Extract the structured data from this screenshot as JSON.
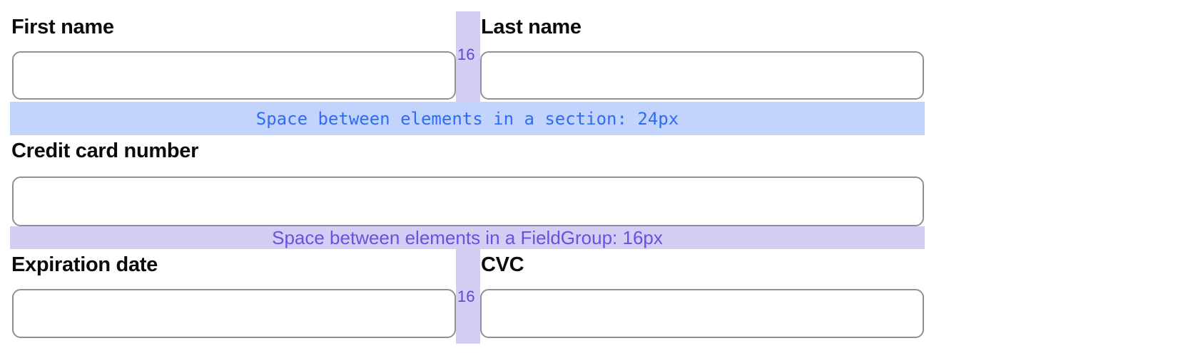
{
  "labels": {
    "first_name": "First name",
    "last_name": "Last name",
    "credit_card": "Credit card number",
    "expiration": "Expiration date",
    "cvc": "CVC"
  },
  "annotations": {
    "section_gap": "Space between elements in a section: 24px",
    "fieldgroup_gap": "Space between elements in a FieldGroup: 16px",
    "column_gap": "16"
  },
  "inputs": {
    "first_name": "",
    "last_name": "",
    "credit_card": "",
    "expiration": "",
    "cvc": ""
  },
  "colors": {
    "section_bar_bg": "#c2d4fb",
    "section_bar_text": "#2f6cf1",
    "fieldgroup_bar_bg": "#d4cdf4",
    "fieldgroup_bar_text": "#6254e0",
    "column_gap_bar_bg": "#d4cdf4",
    "column_gap_text": "#584bd9",
    "label_text": "#0b0b0b",
    "input_border": "#8b919b"
  }
}
